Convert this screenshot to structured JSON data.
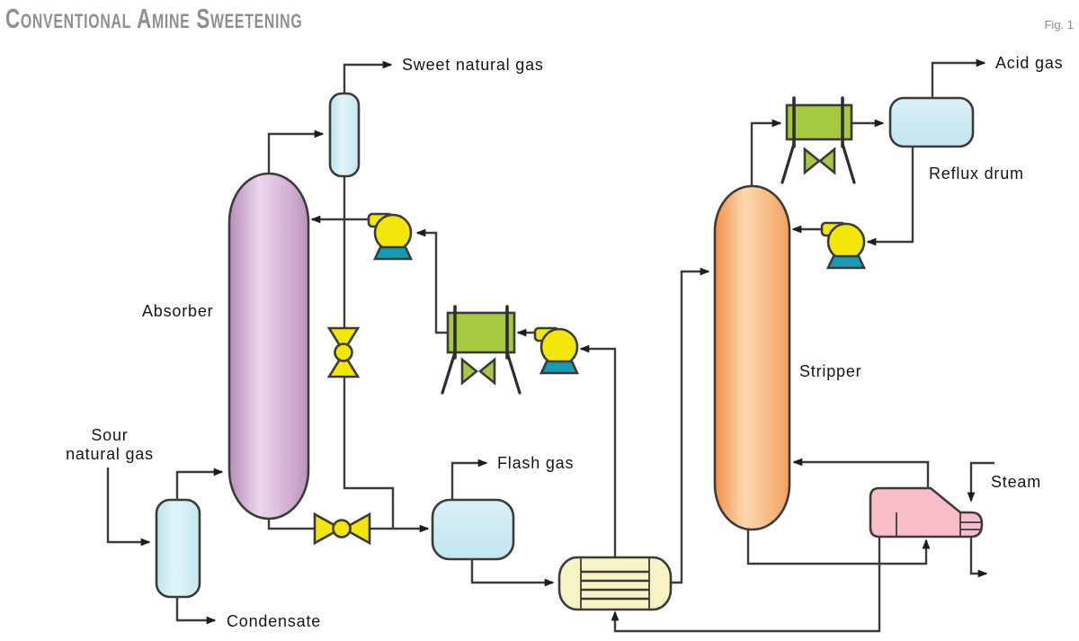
{
  "figure": {
    "title": "Conventional Amine Sweetening",
    "fig_label": "Fig. 1"
  },
  "labels": {
    "sweet_gas": "Sweet natural gas",
    "acid_gas": "Acid gas",
    "reflux_drum": "Reflux drum",
    "absorber": "Absorber",
    "stripper": "Stripper",
    "sour_gas_line1": "Sour",
    "sour_gas_line2": "natural gas",
    "flash_gas": "Flash gas",
    "condensate": "Condensate",
    "steam": "Steam"
  },
  "equipment": [
    "inlet-separator",
    "absorber-column",
    "outlet-scrubber",
    "flash-drum",
    "lean-rich-exchanger",
    "lean-amine-cooler",
    "booster-pump",
    "charge-pump",
    "letdown-valve",
    "drain-valve",
    "stripper-column",
    "overhead-condenser",
    "reflux-drum",
    "reflux-pump",
    "reboiler"
  ],
  "colors": {
    "absorber_fill": "#c9a3cb",
    "stripper_fill": "#f5a963",
    "vessel_fill": "#cde9f1",
    "cooler_fill": "#a5c93f",
    "pump_fill": "#f2e60b",
    "pump_base_fill": "#1a9ab2",
    "valve_fill": "#f2e60b",
    "exchanger_fill": "#f7f3c5",
    "exchanger_cap_fill": "#fbf9e0",
    "reboiler_fill": "#f9bdc9",
    "pipe_stroke": "#3c3c3c",
    "title_color": "#8f8f8f"
  }
}
